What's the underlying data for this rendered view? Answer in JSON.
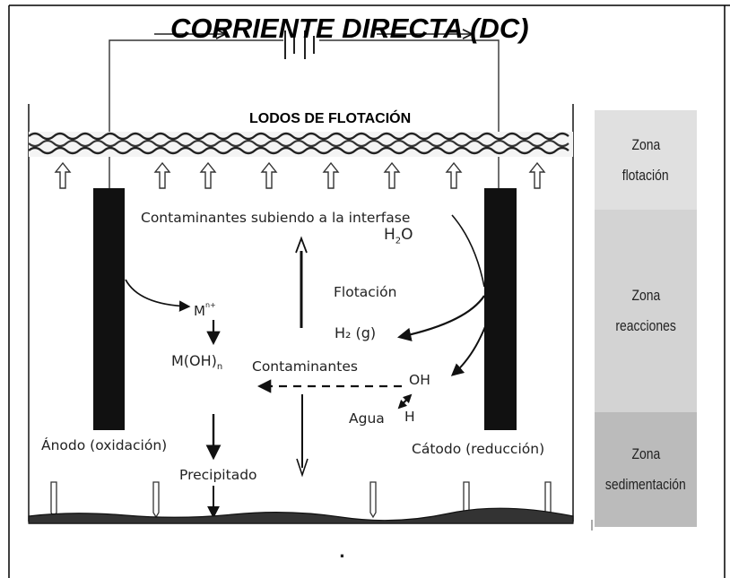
{
  "title": "CORRIENTE DIRECTA (DC)",
  "top_label": "LODOS DE FLOTACIÓN",
  "labels": {
    "contaminants_rising": "Contaminantes subiendo a la interfase",
    "water_h": "H",
    "water_sub": "2",
    "water_o": "O",
    "metal_ion": "M",
    "metal_ion_sup": "n+",
    "hydroxide": "M(OH)",
    "hydroxide_sub": "n",
    "flotation": "Flotación",
    "hydrogen_gas": "H₂ (g)",
    "contaminants": "Contaminantes",
    "hydroxyl": "OH",
    "water": "Agua",
    "hydrogen": "H",
    "anode": "Ánodo (oxidación)",
    "cathode": "Cátodo (reducción)",
    "precipitate": "Precipitado",
    "dot": "."
  },
  "zones": [
    {
      "line1": "Zona",
      "line2": "flotación"
    },
    {
      "line1": "Zona",
      "line2": "reacciones"
    },
    {
      "line1": "Zona",
      "line2": "sedimentación"
    }
  ],
  "colors": {
    "electrode": "#111111",
    "zone_flotation": "#e0e0e0",
    "zone_reactions": "#d3d3d3",
    "zone_sedimentation": "#bbbbbb"
  }
}
